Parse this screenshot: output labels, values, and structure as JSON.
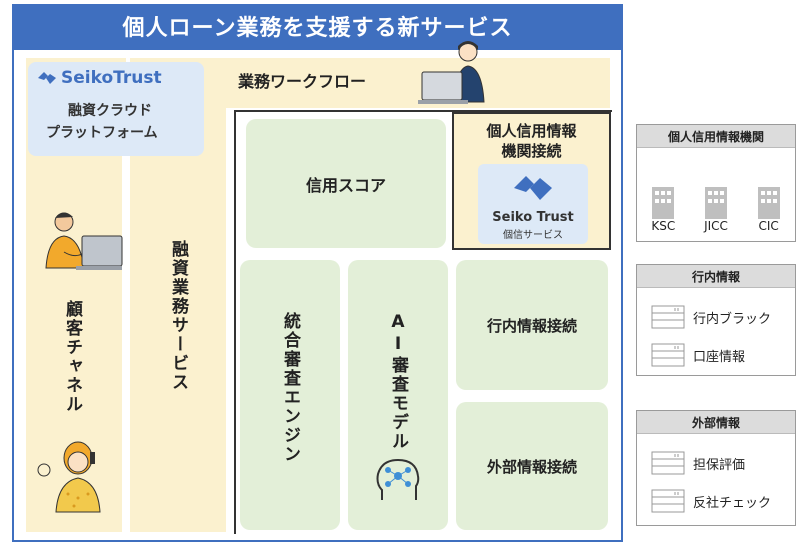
{
  "title": "個人ローン業務を支援する新サービス",
  "workflow_label": "業務ワークフロー",
  "brand": {
    "name": "SeikoTrust",
    "subtitle_line1": "融資クラウド",
    "subtitle_line2": "プラットフォーム",
    "color": "#3f6fbf"
  },
  "customer_channel": "顧客チャネル",
  "financing_service": "融資業務サービス",
  "credit_score": "信用スコア",
  "integrated_engine": "統合審査エンジン",
  "ai_model": "AI審査モデル",
  "credit_bureau_connect": {
    "line1": "個人信用情報",
    "line2": "機関接続",
    "logo_name": "Seiko Trust",
    "logo_sub": "個信サービス"
  },
  "internal_connect": "行内情報接続",
  "external_connect": "外部情報接続",
  "panels": {
    "credit_bureaus": {
      "title": "個人信用情報機関",
      "items": [
        "KSC",
        "JICC",
        "CIC"
      ]
    },
    "internal_info": {
      "title": "行内情報",
      "items": [
        "行内ブラック",
        "口座情報"
      ]
    },
    "external_info": {
      "title": "外部情報",
      "items": [
        "担保評価",
        "反社チェック"
      ]
    }
  }
}
